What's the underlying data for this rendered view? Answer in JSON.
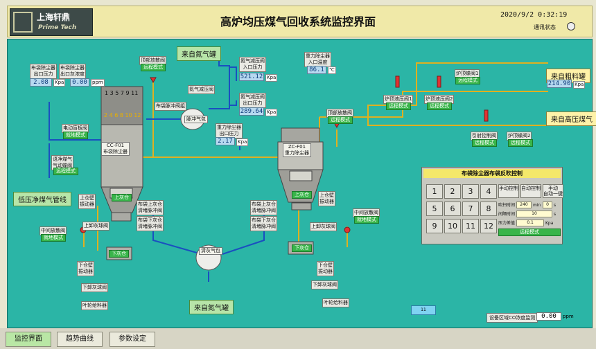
{
  "header": {
    "logo_cn": "上海轩鼎",
    "logo_en": "Prime Tech",
    "title": "高炉均压煤气回收系统监控界面",
    "datetime": "2020/9/2  0:32:19",
    "comm_label": "通讯状态"
  },
  "labels": {
    "nitrogen_tank": "来自氮气罐",
    "low_pressure_pipe": "低压净煤气管线",
    "raw_gas_tank": "来自粗料罐",
    "high_pressure_gas": "来自高压煤气",
    "cleaning_tank": "来自氮气罐",
    "bag_outlet_pressure": "布袋除尘器\n出口压力",
    "bag_outlet_temp": "布袋除尘器\n出口灰浓度",
    "elec_pipe_valve": "电动盲板阀",
    "purify_valve": "语净煤气\n气动蝶阀",
    "n2_reduce_in": "氮气减压阀\n入口压力",
    "n2_reduce_valve": "氮气减压阀",
    "n2_reduce_out": "氮气减压阀\n出口压力",
    "top_vent_valve_1": "顶部放散阀",
    "pulse_valve": "布袋脉冲阀组",
    "pulse_tank": "脉冲气包",
    "gravity_outlet_pressure": "重力除尘器\n出口压力",
    "gravity_inlet_temp": "重力除尘器\n入口温度",
    "top_vent_valve_2": "顶部放散阀",
    "stove_valve_1": "炉顶蝶阀1",
    "stove_valve_2": "炉顶蝶阀2",
    "stove_press_1": "炉顶液压阀1",
    "stove_press_2": "炉顶液压阀2",
    "ignite_valve": "引射控制阀",
    "cc_f01": "CC-F01\n布袋除尘器",
    "zc_f01": "ZC-F01\n重力除尘器",
    "upper_vib_1": "上仓壁\n振动器",
    "upper_vib_2": "上仓壁\n振动器",
    "upper_valve_1": "上卸灰球阀",
    "upper_valve_2": "上卸灰球阀",
    "mid_vent_1": "中间放散阀",
    "mid_vent_2": "中间放散阀",
    "lower_vib_1": "下仓壁\n振动器",
    "lower_vib_2": "下仓壁\n振动器",
    "lower_valve_1": "下卸灰球阀",
    "lower_valve_2": "下卸灰球阀",
    "feeder_1": "叶轮给料器",
    "feeder_2": "叶轮给料器",
    "bag_upper_fill": "布袋上灰仓\n清堵脉冲阀",
    "bag_lower_fill": "布袋下灰仓\n清堵脉冲阀",
    "grav_upper_fill": "布袋上灰仓\n清堵脉冲阀",
    "grav_lower_fill": "布袋下灰仓\n清堵脉冲阀",
    "clean_tank": "清灰气包",
    "upper_bin": "上灰仓",
    "lower_bin": "下灰仓",
    "upper_bin_2": "上灰仓",
    "lower_bin_2": "下灰仓",
    "wheel_numbers_top": "1 3 5 7 9 11",
    "wheel_numbers_bot": "2 4 6 8 10 12",
    "small_btn": "11"
  },
  "modes": {
    "top_vent_1": "远程模式",
    "elec_pipe": "就地模式",
    "purify": "远程模式",
    "top_vent_2": "远程模式",
    "stove_1": "远程模式",
    "stove_2": "远程模式",
    "stove_press_1": "远程模式",
    "stove_press_2": "远程模式",
    "ignite": "远程模式",
    "mid_vent_1": "就地模式",
    "mid_vent_2": "就地模式"
  },
  "values": {
    "bag_outlet_pressure": "2.08",
    "bag_outlet_pressure_unit": "Kpa",
    "bag_outlet_dust": "0.00",
    "bag_outlet_dust_unit": "ppm",
    "n2_in_pressure": "521.12",
    "n2_in_unit": "Kpa",
    "n2_out_pressure": "289.64",
    "n2_out_unit": "Kpa",
    "gravity_outlet_pressure": "2.17",
    "gravity_outlet_unit": "Kpa",
    "gravity_inlet_temp": "86.1",
    "gravity_inlet_unit": "℃",
    "raw_gas_pressure": "214.90",
    "raw_gas_unit": "Kpa"
  },
  "control_panel": {
    "title": "布袋除尘器布袋反吹控制",
    "numbers": [
      "1",
      "2",
      "3",
      "4",
      "5",
      "6",
      "7",
      "8",
      "9",
      "10",
      "11",
      "12"
    ],
    "btn_manual": "手动控制",
    "btn_auto": "自动控制",
    "btn_timer": "手动\n自动一键",
    "cycle_label": "吹扫时间",
    "cycle_min": "240",
    "cycle_min_unit": "min",
    "cycle_s": "0",
    "cycle_s_unit": "s",
    "interval_label": "间隔时间",
    "interval_val": "10",
    "interval_unit": "s",
    "pressure_label": "压力差值",
    "pressure_val": "0.1",
    "pressure_unit": "Kpa",
    "mode": "远程模式"
  },
  "co_monitor": {
    "label": "设备区域CO浓度监测",
    "value": "0.00",
    "unit": "ppm"
  },
  "tabs": [
    "监控界面",
    "趋势曲线",
    "参数设定"
  ]
}
